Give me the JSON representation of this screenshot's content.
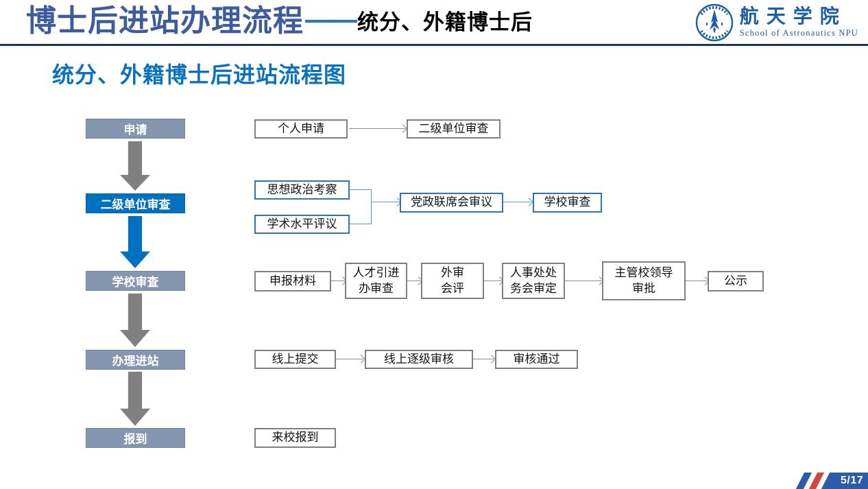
{
  "slide": {
    "title": "博士后进站办理流程",
    "title_dash": "——",
    "title_suffix": "统分、外籍博士后",
    "subtitle": "统分、外籍博士后进站流程图",
    "page_number": "5/17"
  },
  "logo": {
    "org_cn": "航天学院",
    "org_en": "School of Astronautics NPU"
  },
  "stages": [
    {
      "label": "申请",
      "style": "gray"
    },
    {
      "label": "二级单位审查",
      "style": "blue"
    },
    {
      "label": "学校审查",
      "style": "gray"
    },
    {
      "label": "办理进站",
      "style": "gray"
    },
    {
      "label": "报到",
      "style": "gray"
    }
  ],
  "row1": {
    "boxes": [
      "个人申请",
      "二级单位审查"
    ]
  },
  "row2": {
    "inputs": [
      "思想政治考察",
      "学术水平评议"
    ],
    "joint": "党政联席会审议",
    "result": "学校审查"
  },
  "row3": {
    "boxes": [
      "申报材料",
      "人才引进\n办审查",
      "外审\n会评",
      "人事处处\n务会审定",
      "主管校领导\n审批",
      "公示"
    ]
  },
  "row4": {
    "boxes": [
      "线上提交",
      "线上逐级审核",
      "审核通过"
    ]
  },
  "row5": {
    "boxes": [
      "来校报到"
    ]
  },
  "colors": {
    "accent_blue": "#0070C0",
    "title_blue": "#3E5C9C",
    "dash_blue": "#2E75B6",
    "header_line": "#17375E",
    "slate_box": "#8496B0",
    "row2_border_blue": "#2E75B6",
    "connector_blue": "#5B9BD5",
    "gray_border": "#7F7F7F",
    "arrow_gray": "#808080",
    "footer_blue": "#2B5CA9",
    "footer_red": "#D8453E",
    "logo_blue": "#1A5EA8"
  }
}
